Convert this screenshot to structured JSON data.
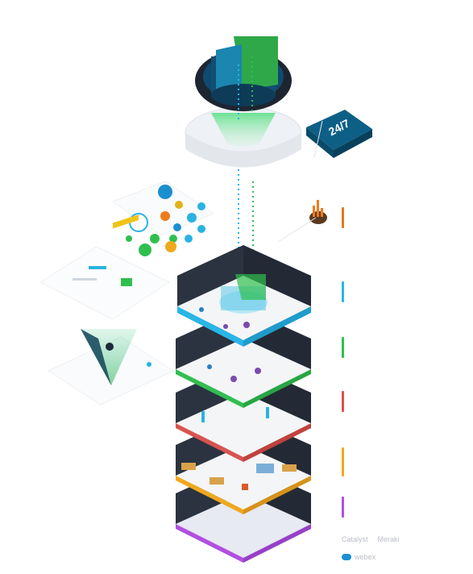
{
  "badge": {
    "label": "24/7",
    "color": "#1f7fa6"
  },
  "colors": {
    "layer_blue": "#29b6e6",
    "layer_green": "#2fbf4f",
    "layer_red": "#d9534f",
    "layer_orange": "#f0a81c",
    "layer_purple": "#b050e0",
    "dark_wall": "#2b3340",
    "floor": "#eef1f5",
    "cloud_green": "#33b24a",
    "cloud_teal": "#1a5f86",
    "server_base": "#e9edf2"
  },
  "callouts": [
    {
      "color": "#e07a1b",
      "line1": "",
      "line2": ""
    },
    {
      "color": "#29b6e6",
      "line1": "",
      "line2": ""
    },
    {
      "color": "#2fbf4f",
      "line1": "",
      "line2": ""
    },
    {
      "color": "#d9534f",
      "line1": "",
      "line2": ""
    },
    {
      "color": "#f0a81c",
      "line1": "",
      "line2": ""
    },
    {
      "color": "#b050e0",
      "line1": "",
      "line2": ""
    }
  ],
  "brands": {
    "first": "Catalyst",
    "second": "Meraki",
    "third": "webex"
  }
}
